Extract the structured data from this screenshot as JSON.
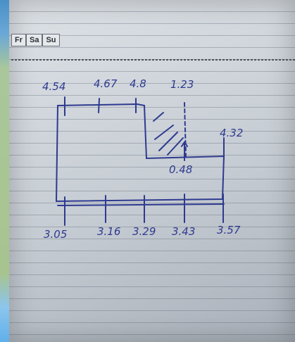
{
  "weekdays": [
    "Fr",
    "Sa",
    "Su"
  ],
  "sketch": {
    "ink_color": "#2e3a8f",
    "top_labels": [
      "4.54",
      "4.67",
      "4.8",
      "1.23"
    ],
    "right_label": "4.32",
    "step_label": "0.48",
    "bottom_labels": [
      "3.05",
      "3.16",
      "3.29",
      "3.43",
      "3.57"
    ]
  }
}
